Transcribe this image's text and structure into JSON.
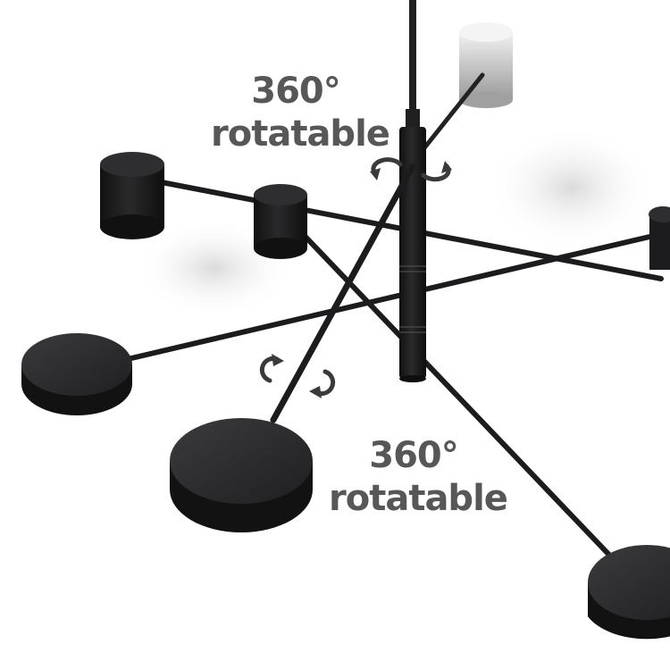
{
  "labels": {
    "top": {
      "degrees": "360°",
      "text": "rotatable"
    },
    "bottom": {
      "degrees": "360°",
      "text": "rotatable"
    }
  },
  "colors": {
    "fixture": "#1c1c1e",
    "fixture_highlight": "#3a3a3c",
    "caption": "#575757",
    "background": "#ffffff"
  },
  "icons": [
    "rotate-arrow-icon",
    "rotate-arrow-icon",
    "rotate-arrow-icon",
    "rotate-arrow-icon"
  ]
}
